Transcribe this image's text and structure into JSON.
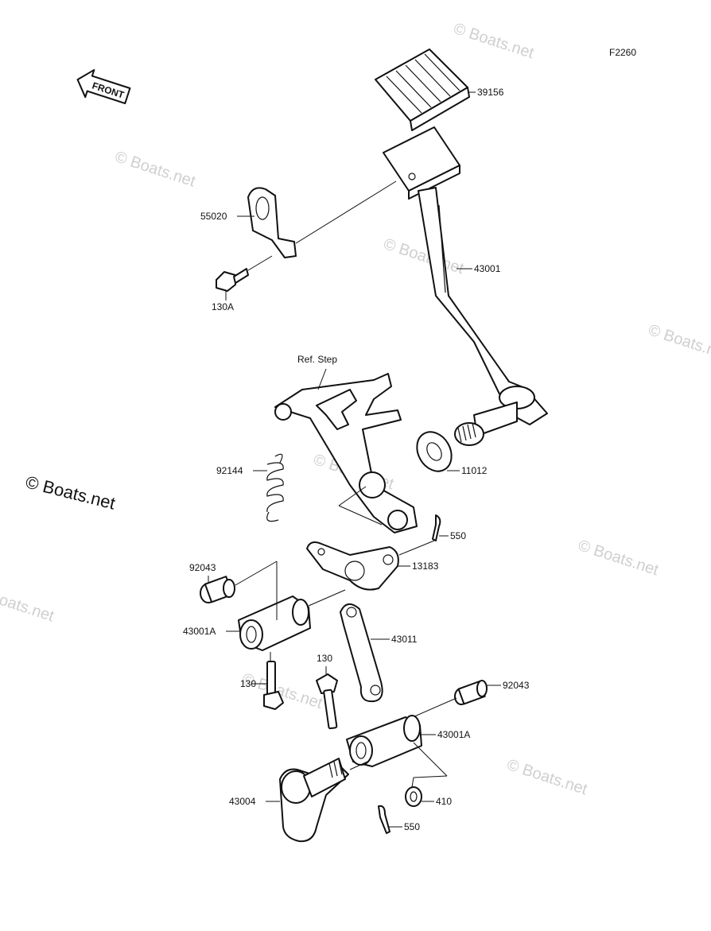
{
  "figure_code": "F2260",
  "front_label": "FRONT",
  "copyright": "© Boats.net",
  "watermark": "© Boats.net",
  "ref_step": "Ref. Step",
  "parts": {
    "p39156": "39156",
    "p55020": "55020",
    "p130A": "130A",
    "p43001": "43001",
    "p92144": "92144",
    "p11012": "11012",
    "p550_top": "550",
    "p92043_left": "92043",
    "p13183": "13183",
    "p43001A_left": "43001A",
    "p43011": "43011",
    "p130_left": "130",
    "p130_mid": "130",
    "p92043_right": "92043",
    "p43001A_right": "43001A",
    "p43004": "43004",
    "p410": "410",
    "p550_bottom": "550"
  }
}
